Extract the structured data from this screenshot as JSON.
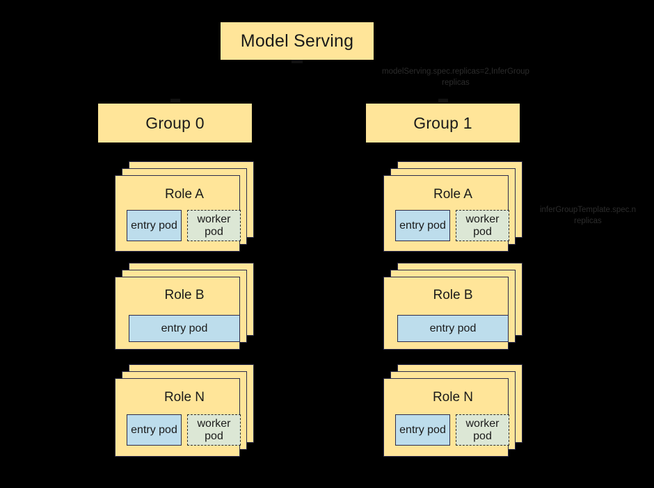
{
  "diagram": {
    "title": "Model Serving",
    "background_color": "#000000",
    "box_color": "#FFE599",
    "entry_pod_color": "#BDDDEC",
    "worker_pod_color": "#DCE7D5",
    "border_color": "#2b2b4b",
    "annotation_color": "#2c2c2c"
  },
  "annotations": {
    "replicas": "modelServing.spec.replicas=2,InferGroup\nreplicas",
    "template_replicas": "inferGroupTemplate.spec.n\nreplicas"
  },
  "groups": [
    {
      "id": "group-0",
      "label": "Group 0",
      "roles": [
        {
          "id": "role-a",
          "label": "Role A",
          "stack_count": 3,
          "pods": [
            {
              "type": "entry",
              "label": "entry\npod"
            },
            {
              "type": "worker",
              "label": "worker\npod"
            }
          ]
        },
        {
          "id": "role-b",
          "label": "Role B",
          "stack_count": 3,
          "pods": [
            {
              "type": "entry",
              "label": "entry pod"
            }
          ]
        },
        {
          "id": "role-n",
          "label": "Role N",
          "stack_count": 3,
          "pods": [
            {
              "type": "entry",
              "label": "entry\npod"
            },
            {
              "type": "worker",
              "label": "worker\npod"
            }
          ]
        }
      ]
    },
    {
      "id": "group-1",
      "label": "Group 1",
      "roles": [
        {
          "id": "role-a",
          "label": "Role A",
          "stack_count": 3,
          "pods": [
            {
              "type": "entry",
              "label": "entry\npod"
            },
            {
              "type": "worker",
              "label": "worker\npod"
            }
          ]
        },
        {
          "id": "role-b",
          "label": "Role B",
          "stack_count": 3,
          "pods": [
            {
              "type": "entry",
              "label": "entry pod"
            }
          ]
        },
        {
          "id": "role-n",
          "label": "Role N",
          "stack_count": 3,
          "pods": [
            {
              "type": "entry",
              "label": "entry\npod"
            },
            {
              "type": "worker",
              "label": "worker\npod"
            }
          ]
        }
      ]
    }
  ]
}
